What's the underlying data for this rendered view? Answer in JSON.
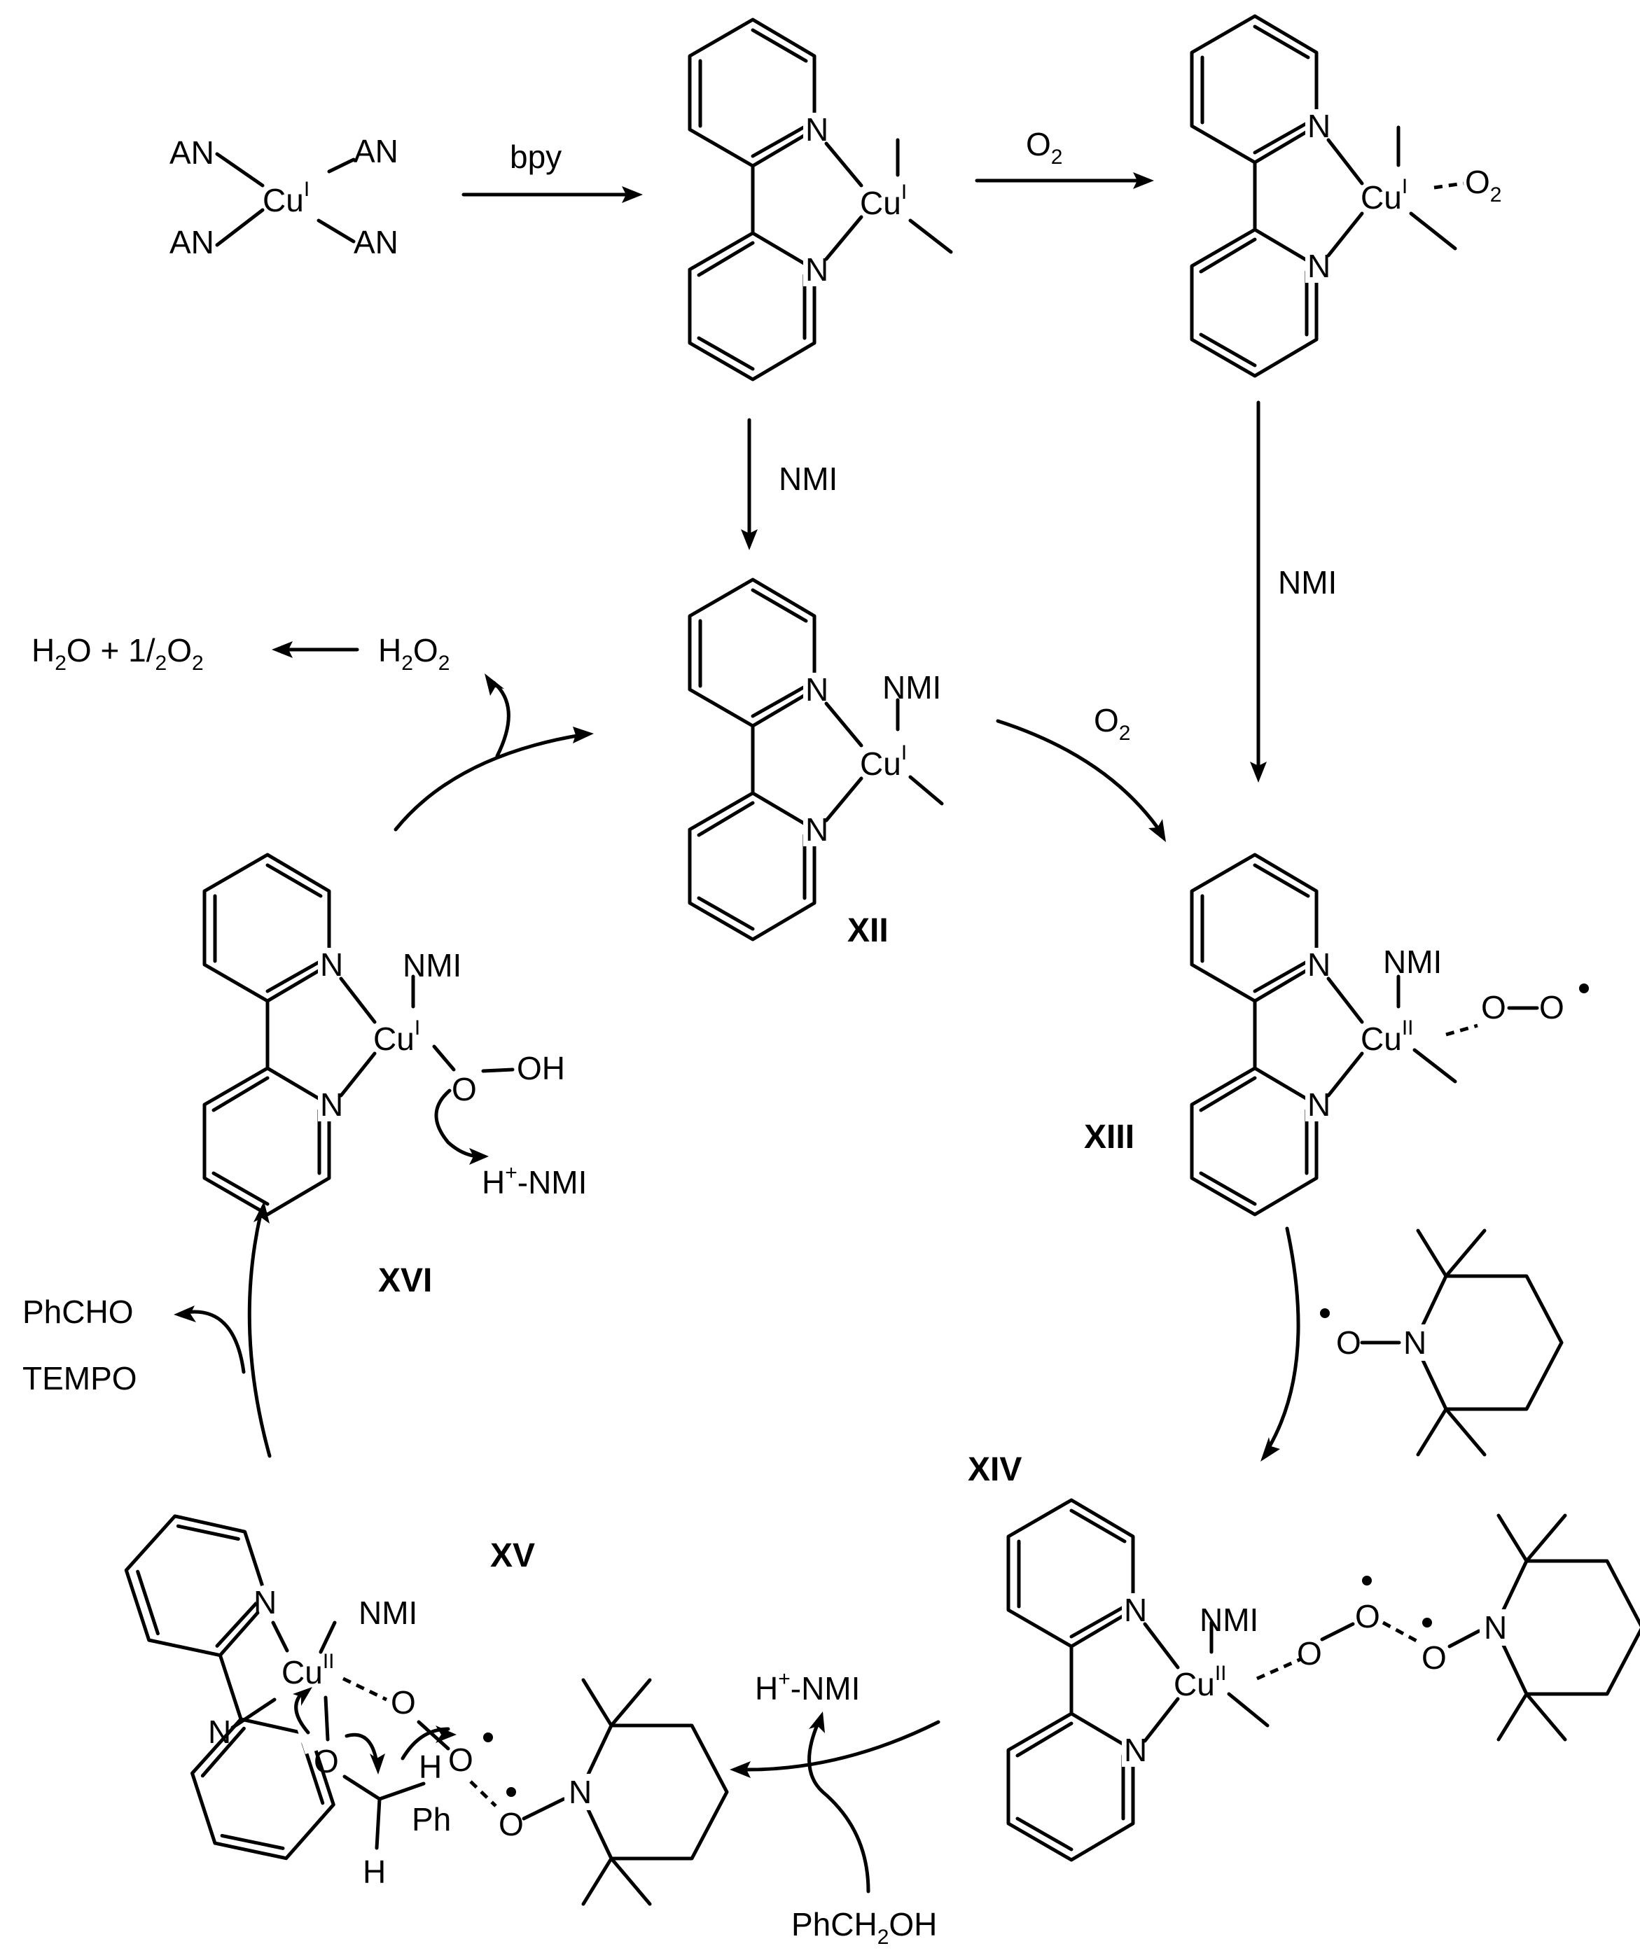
{
  "atoms": {
    "N": "N",
    "O": "O",
    "H": "H",
    "Ph": "Ph",
    "OH": "OH",
    "AN": "AN",
    "Cu": "Cu",
    "cu_I": "I",
    "cu_II": "II",
    "NMI": "NMI"
  },
  "reagents": {
    "bpy": "bpy",
    "NMI": "NMI",
    "O2_main": "O",
    "O2_sub": "2",
    "PhCH2OH_a": "PhCH",
    "PhCH2OH_sub": "2",
    "PhCH2OH_b": "OH",
    "H_plus_NMI_H": "H",
    "H_plus_NMI_plus": "+",
    "H_plus_NMI_rest": "-NMI"
  },
  "byproducts": {
    "H2O2_a": "H",
    "H2O2_sub1": "2",
    "H2O2_b": "O",
    "H2O2_sub2": "2",
    "water_a": "H",
    "water_sub": "2",
    "water_b": "O + 1/",
    "water_sub2": "2",
    "water_c": "O",
    "water_sub3": "2",
    "PhCHO": "PhCHO",
    "TEMPO": "TEMPO"
  },
  "labels": {
    "XII": "XII",
    "XIII": "XIII",
    "XIV": "XIV",
    "XV": "XV",
    "XVI": "XVI"
  }
}
